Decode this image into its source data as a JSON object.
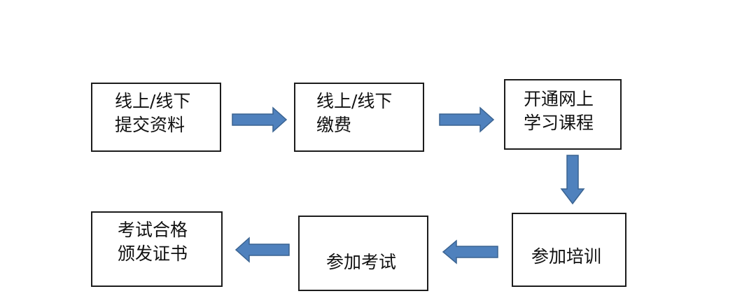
{
  "flowchart": {
    "steps": [
      {
        "lines": [
          "线上/线下",
          "提交资料"
        ]
      },
      {
        "lines": [
          "线上/线下",
          "缴费"
        ]
      },
      {
        "lines": [
          "开通网上",
          "学习课程"
        ]
      },
      {
        "lines": [
          "参加培训"
        ]
      },
      {
        "lines": [
          "参加考试"
        ]
      },
      {
        "lines": [
          "考试合格",
          "颁发证书"
        ]
      }
    ],
    "colors": {
      "arrow_fill": "#4f81bd",
      "arrow_stroke": "#3a6391",
      "box_border": "#1c1c1c"
    }
  }
}
